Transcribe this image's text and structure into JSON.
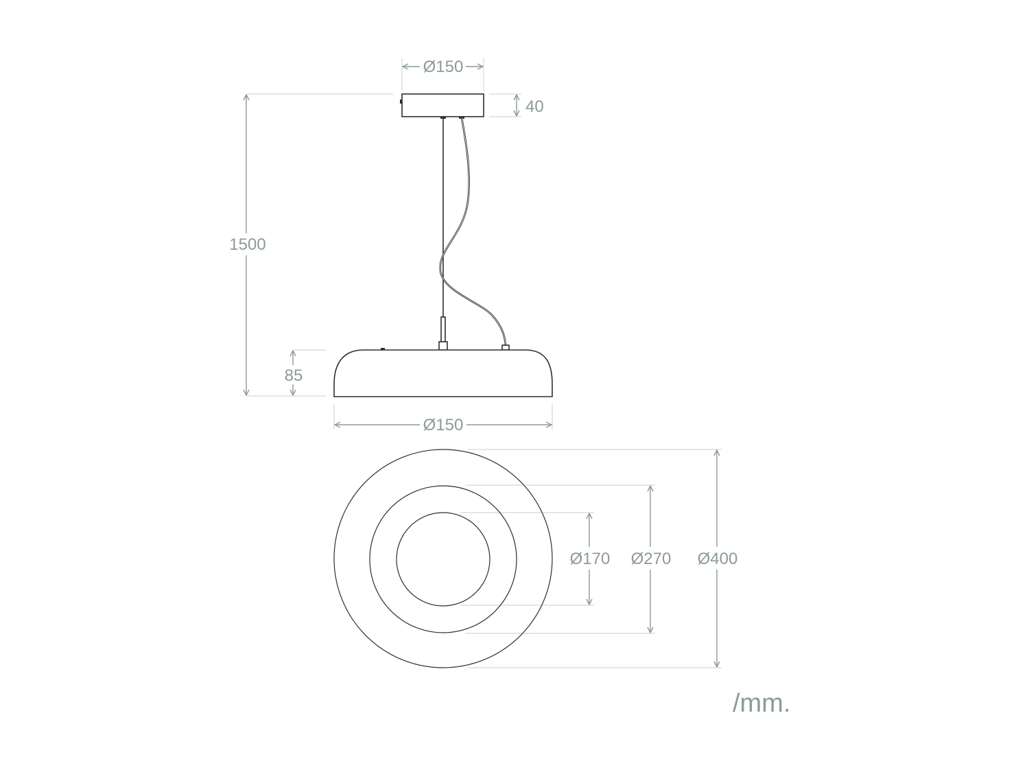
{
  "drawing": {
    "title": "Pendant lamp dimension drawing",
    "unit_label": "/mm.",
    "colors": {
      "dimension": "#8c9a98",
      "extension": "#d3d8d7",
      "outline": "#2b2f2f",
      "background": "#ffffff"
    },
    "side_view": {
      "canopy_diameter": "Ø150",
      "canopy_height": "40",
      "total_height": "1500",
      "shade_height": "85",
      "shade_diameter": "Ø150"
    },
    "top_view": {
      "inner_diameter": "Ø170",
      "middle_diameter": "Ø270",
      "outer_diameter": "Ø400"
    }
  }
}
